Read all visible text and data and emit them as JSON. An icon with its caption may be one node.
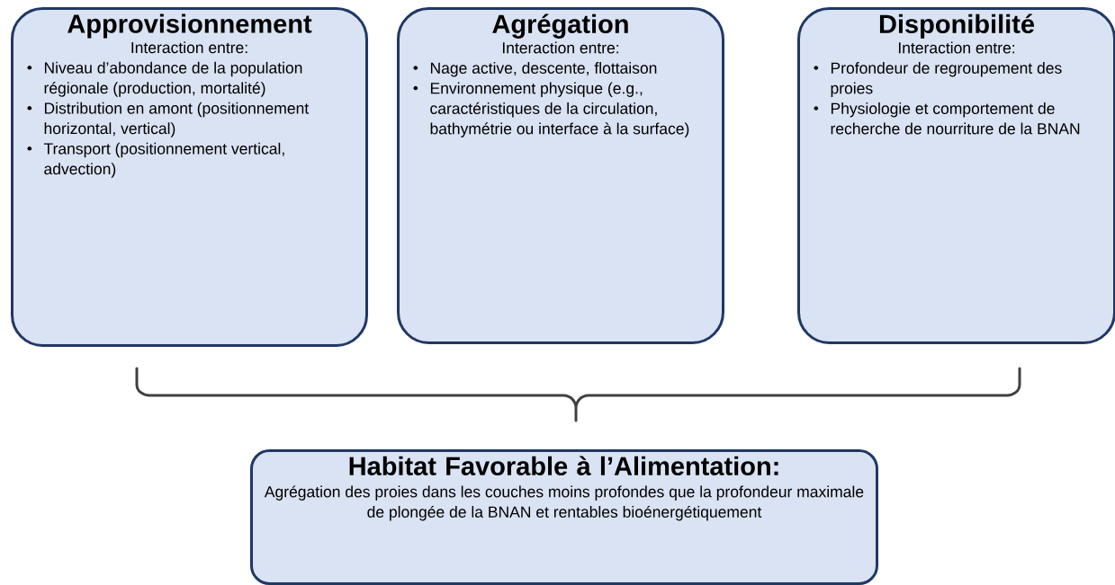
{
  "diagram": {
    "nodes": [
      {
        "text": [
          "Approvisionnement",
          "Interaction entre:",
          "Niveau d’abondance de la population régionale (production, mortalité)",
          "Distribution en amont (positionnement horizontal, vertical)",
          "Transport (positionnement vertical, advection)"
        ]
      },
      {
        "text": [
          "Agrégation",
          "Interaction entre:",
          "Nage active, descente, flottaison",
          "Environnement physique (e.g., caractéristiques de la circulation, bathymétrie ou interface à la surface)"
        ]
      },
      {
        "text": [
          "Disponibilité",
          "Interaction entre:",
          "Profondeur de regroupement des proies",
          "Physiologie et comportement de recherche de nourriture de la BNAN"
        ]
      },
      {
        "text": [
          "Habitat Favorable à l’Alimentation:",
          "Agrégation des proies dans les couches moins profondes que la profondeur maximale de plongée de la BNAN et rentables bioénergétiquement"
        ]
      }
    ]
  }
}
